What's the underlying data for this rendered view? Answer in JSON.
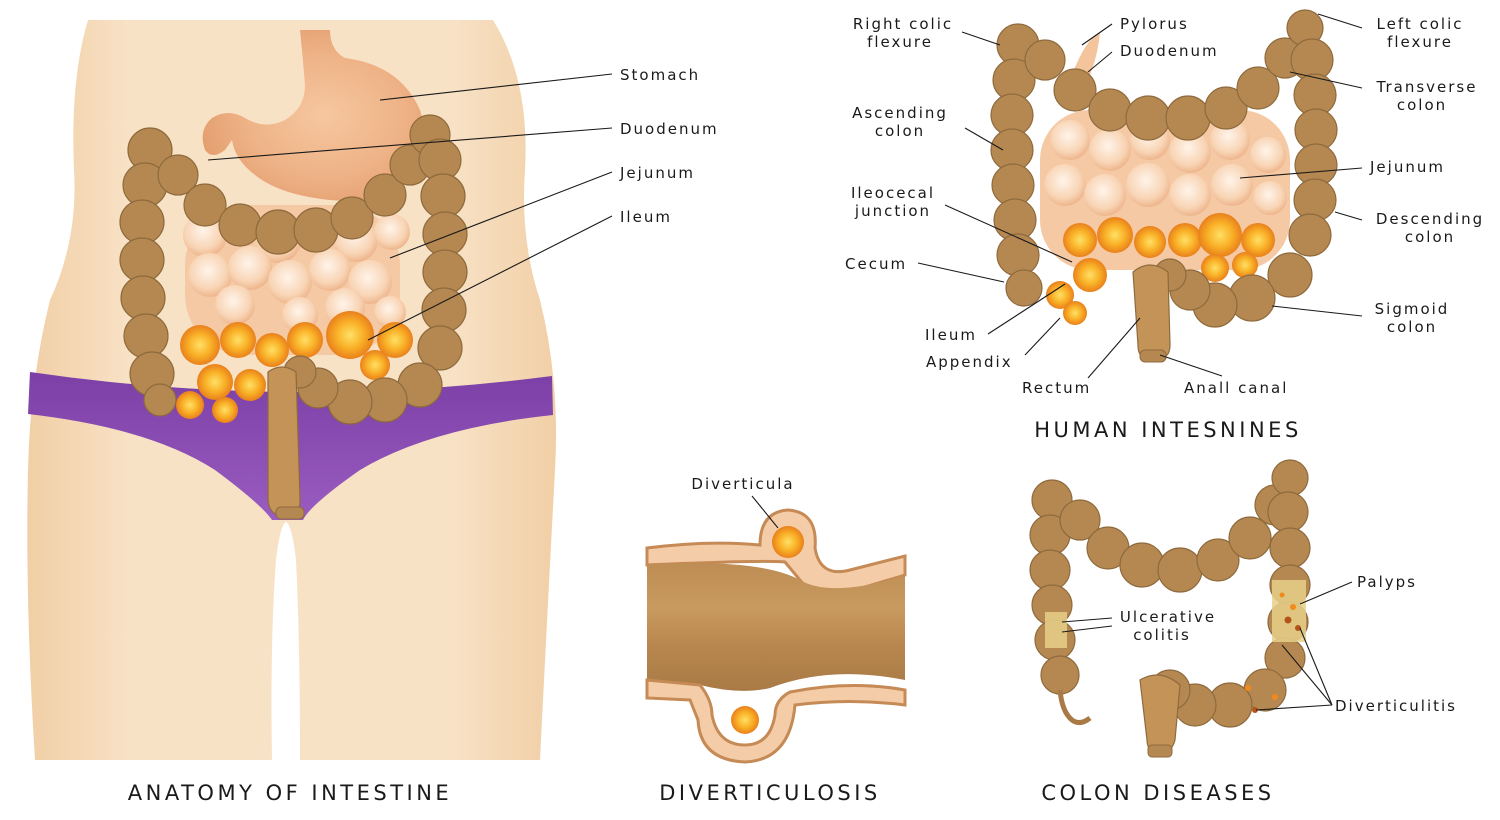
{
  "anatomy": {
    "caption": "ANATOMY OF INTESTINE",
    "labels": {
      "stomach": "Stomach",
      "duodenum": "Duodenum",
      "jejunum": "Jejunum",
      "ileum": "Ileum"
    }
  },
  "intestines": {
    "caption": "HUMAN INTESNINES",
    "labels": {
      "right_colic_flexure": [
        "Right colic",
        "flexure"
      ],
      "pylorus": "Pylorus",
      "duodenum": "Duodenum",
      "left_colic_flexure": [
        "Left colic",
        "flexure"
      ],
      "transverse_colon": [
        "Transverse",
        "colon"
      ],
      "ascending_colon": [
        "Ascending",
        "colon"
      ],
      "jejunum": "Jejunum",
      "ileocecal_junction": [
        "Ileocecal",
        "junction"
      ],
      "descending_colon": [
        "Descending",
        "colon"
      ],
      "cecum": "Cecum",
      "sigmoid_colon": [
        "Sigmoid",
        "colon"
      ],
      "ileum": "Ileum",
      "appendix": "Appendix",
      "rectum": "Rectum",
      "anal_canal": "Anall canal"
    }
  },
  "diverticulosis": {
    "caption": "DIVERTICULOSIS",
    "labels": {
      "diverticula": "Diverticula"
    }
  },
  "colon_diseases": {
    "caption": "COLON DISEASES",
    "labels": {
      "ulcerative_colitis": [
        "Ulcerative",
        "colitis"
      ],
      "polyps": "Palyps",
      "diverticulitis": "Diverticulitis"
    }
  },
  "colors": {
    "skin": "#f6dcbc",
    "colon": "#b58852",
    "colon_shade": "#8e6a3c",
    "small_intestine": "#f7c9a3",
    "ileum_glow": "#f5a21b",
    "underwear": "#8a4fb3",
    "stomach": "#f0b98c"
  }
}
